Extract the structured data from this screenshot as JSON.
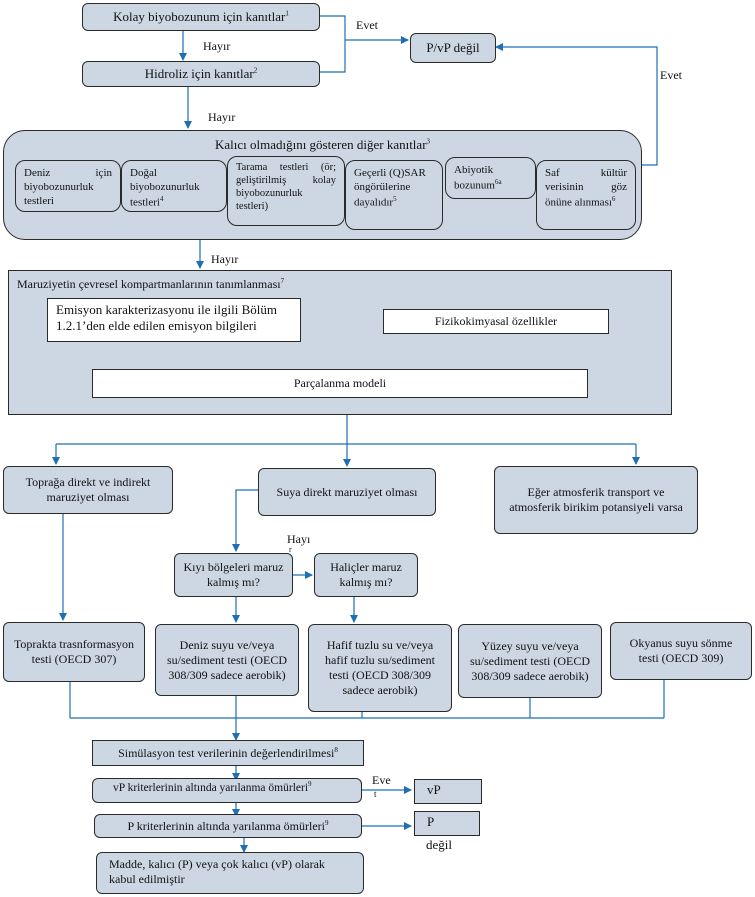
{
  "nodes": {
    "kolay": "Kolay biyobozunum için kanıtlar",
    "kolay_sup": "1",
    "pvp_degil": "P/vP değil",
    "hidroliz": "Hidroliz için kanıtlar",
    "hidroliz_sup": "2",
    "kalici": "Kalıcı olmadığını gösteren diğer kanıtlar",
    "kalici_sup": "3",
    "kanit_items": [
      {
        "text": "Deniz için biyobozunurluk testleri",
        "sup": ""
      },
      {
        "text": "Doğal biyobozunurluk testleri",
        "sup": "4"
      },
      {
        "text": "Tarama testleri (ör; geliştirilmiş kolay biyobozunurluk testleri)",
        "sup": ""
      },
      {
        "text": "Geçerli (Q)SAR öngörülerine dayalıdır",
        "sup": "5"
      },
      {
        "text": "Abiyotik bozunum",
        "sup": "6a"
      },
      {
        "text": "Saf kültür verisinin göz önüne alınması",
        "sup": "6"
      }
    ],
    "maruziyet_title": "Maruziyetin çevresel kompartmanlarının tanımlanması",
    "maruziyet_sup": "7",
    "emisyon": "Emisyon karakterizasyonu ile ilgili Bölüm 1.2.1’den elde edilen emisyon bilgileri",
    "fizikokimyasal": "Fizikokimyasal özellikler",
    "parcalanma": "Parçalanma modeli",
    "topraga": "Toprağa direkt ve indirekt maruziyet olması",
    "suya": "Suya direkt maruziyet olması",
    "atmosfer": "Eğer atmosferik transport ve atmosferik birikim potansiyeli varsa",
    "kiyi": "Kıyı bölgeleri maruz kalmış mı?",
    "halicler": "Haliçler maruz kalmış mı?",
    "toprakta": "Toprakta trasnformasyon testi (OECD 307)",
    "deniz_suyu": "Deniz suyu ve/veya su/sediment testi (OECD 308/309 sadece aerobik)",
    "hafif_tuzlu": "Hafif tuzlu su ve/veya hafif tuzlu su/sediment testi (OECD 308/309 sadece aerobik)",
    "yuzey_suyu": "Yüzey suyu ve/veya su/sediment testi (OECD 308/309 sadece aerobik)",
    "okyanus": "Okyanus suyu sönme testi (OECD 309)",
    "simulasyon": "Simülasyon test verilerinin değerlendirilmesi",
    "simulasyon_sup": "8",
    "vp_kriter": "vP kriterlerinin altında yarılanma ömürleri",
    "vp_kriter_sup": "9",
    "vp_box": "vP",
    "p_kriter": "P kriterlerinin altında yarılanma ömürleri",
    "p_kriter_sup": "9",
    "p_box": "P",
    "degil": "değil",
    "madde": "Madde, kalıcı (P) veya çok kalıcı (vP) olarak kabul edilmiştir"
  },
  "labels": {
    "evet": "Evet",
    "hayir": "Hayır",
    "hayir_split_a": "Hayı",
    "hayir_split_b": "r",
    "evet_split_a": "Eve",
    "evet_split_b": "t"
  },
  "colors": {
    "box_fill": "#cdd7e3",
    "arrow": "#1f6fb2",
    "border": "#2a2a2a"
  }
}
